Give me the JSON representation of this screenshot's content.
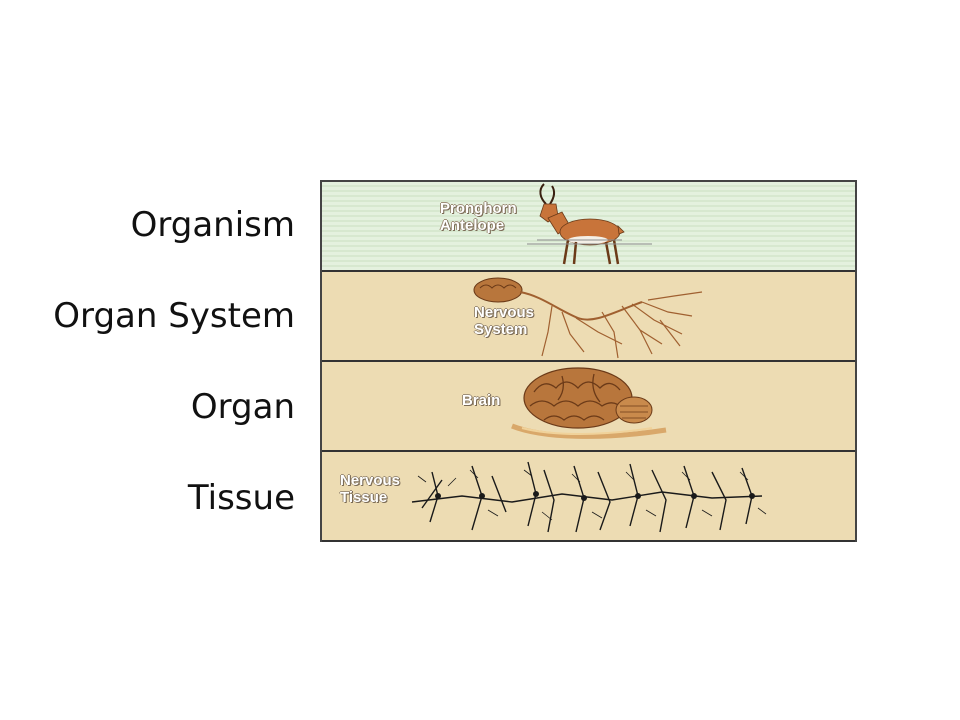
{
  "levels": [
    {
      "label": "Organism",
      "caption_line1": "Pronghorn",
      "caption_line2": "Antelope",
      "illustration": "pronghorn-antelope"
    },
    {
      "label": "Organ System",
      "caption_line1": "Nervous",
      "caption_line2": "System",
      "illustration": "nervous-system"
    },
    {
      "label": "Organ",
      "caption_line1": "Brain",
      "caption_line2": "",
      "illustration": "brain"
    },
    {
      "label": "Tissue",
      "caption_line1": "Nervous",
      "caption_line2": "Tissue",
      "illustration": "nerve-cells"
    }
  ],
  "colors": {
    "band_tan": "#eddcb3",
    "band_green": "#e4f1de",
    "antelope": "#c8743a",
    "brain": "#b8763c",
    "neuron": "#1a1a1a"
  }
}
